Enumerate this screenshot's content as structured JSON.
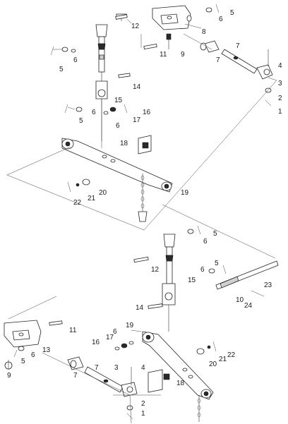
{
  "diagram": {
    "labels": {
      "top_12": "12",
      "top_5a": "5",
      "top_6a": "6",
      "top_8": "8",
      "top_7a": "7",
      "top_11": "11",
      "top_9": "9",
      "top_7b": "7",
      "top_4": "4",
      "top_3": "3",
      "top_2": "2",
      "top_1": "1",
      "top_6b": "6",
      "top_5b": "5",
      "top_14": "14",
      "top_15": "15",
      "top_16": "16",
      "top_17": "17",
      "top_6c": "6",
      "top_5c": "5",
      "top_18": "18",
      "top_20": "20",
      "top_21": "21",
      "top_22": "22",
      "top_19": "19",
      "bot_5a": "5",
      "bot_6a": "6",
      "bot_12": "12",
      "bot_15": "15",
      "bot_5b": "5",
      "bot_6b": "6",
      "bot_23": "23",
      "bot_10": "10",
      "bot_24": "24",
      "bot_14": "14",
      "bot_11": "11",
      "bot_19": "19",
      "bot_6c": "6",
      "bot_16": "16",
      "bot_17": "17",
      "bot_22": "22",
      "bot_13": "13",
      "bot_6d": "6",
      "bot_5c": "5",
      "bot_7a": "7",
      "bot_3": "3",
      "bot_4": "4",
      "bot_20": "20",
      "bot_21": "21",
      "bot_9": "9",
      "bot_7b": "7",
      "bot_18": "18",
      "bot_2": "2",
      "bot_1": "1"
    }
  }
}
